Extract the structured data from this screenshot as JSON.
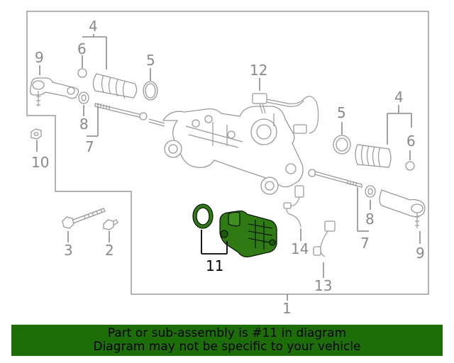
{
  "diagram": {
    "callouts": [
      {
        "id": "1",
        "label": "1"
      },
      {
        "id": "2",
        "label": "2"
      },
      {
        "id": "3",
        "label": "3"
      },
      {
        "id": "4",
        "label": "4"
      },
      {
        "id": "5",
        "label": "5"
      },
      {
        "id": "6",
        "label": "6"
      },
      {
        "id": "7",
        "label": "7"
      },
      {
        "id": "8",
        "label": "8"
      },
      {
        "id": "9",
        "label": "9"
      },
      {
        "id": "10",
        "label": "10"
      },
      {
        "id": "11",
        "label": "11"
      },
      {
        "id": "12",
        "label": "12"
      },
      {
        "id": "13",
        "label": "13"
      },
      {
        "id": "14",
        "label": "14"
      }
    ],
    "highlighted_part": "11",
    "highlight_color": "#2f7a12",
    "line_color": "#9a9a9a"
  },
  "banner": {
    "line1": "Part or sub-assembly is #11 in diagram",
    "line2": "Diagram may not be specific to your vehicle",
    "background": "#1d6d08"
  }
}
